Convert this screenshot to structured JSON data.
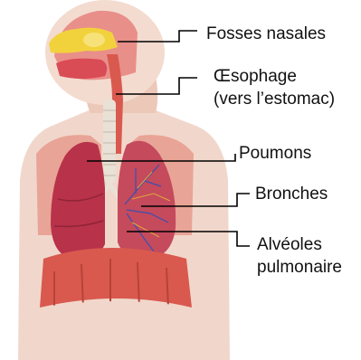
{
  "labels": {
    "fosses": "Fosses nasales",
    "oesophage_1": "Œsophage",
    "oesophage_2": "(vers l’estomac)",
    "poumons": "Poumons",
    "bronches": "Bronches",
    "alveoles_1": "Alvéoles",
    "alveoles_2": "pulmonaire"
  },
  "colors": {
    "skin": "#f1d7cb",
    "muscle": "#d9594f",
    "lung_right": "#b8324a",
    "lung_left": "#c44a5c",
    "trachea": "#e9e1d6",
    "nasal": "#f2d23c",
    "leader": "#000000"
  }
}
